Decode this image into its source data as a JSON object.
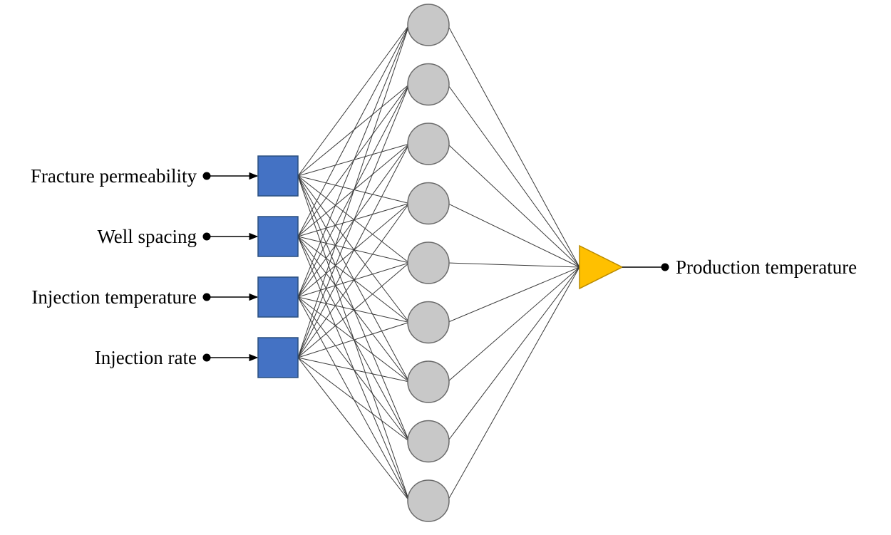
{
  "inputs": [
    {
      "label": "Fracture permeability"
    },
    {
      "label": "Well spacing"
    },
    {
      "label": "Injection temperature"
    },
    {
      "label": "Injection rate"
    }
  ],
  "hidden_count": 9,
  "output": {
    "label": "Production temperature"
  },
  "colors": {
    "input_node": "#4472c4",
    "hidden_node": "#c8c8c8",
    "output_node": "#ffc000"
  }
}
